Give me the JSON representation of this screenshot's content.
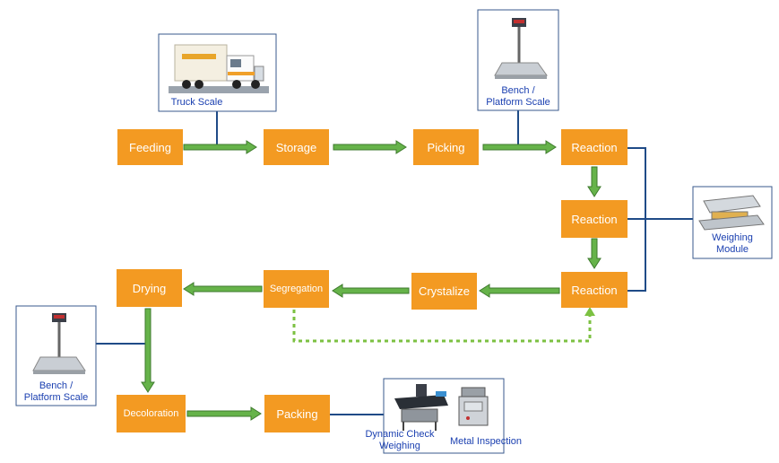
{
  "colors": {
    "process_box": "#f39a22",
    "arrow_fill": "#66b34a",
    "arrow_edge": "#3d7a2c",
    "connector": "#1f4b87",
    "dotted_return": "#7cc142",
    "caption": "#1a3fb0"
  },
  "nodes": {
    "feeding": "Feeding",
    "storage": "Storage",
    "picking": "Picking",
    "reaction_1": "Reaction",
    "reaction_2": "Reaction",
    "reaction_3": "Reaction",
    "crystalize": "Crystalize",
    "segregation": "Segregation",
    "drying": "Drying",
    "decoloration": "Decoloration",
    "packing": "Packing"
  },
  "equipment": {
    "truck_scale": "Truck Scale",
    "bench_platform_scale_top": [
      "Bench /",
      "Platform Scale"
    ],
    "weighing_module": [
      "Weighing",
      "Module"
    ],
    "bench_platform_scale_left": [
      "Bench /",
      "Platform Scale"
    ],
    "dynamic_check_weighing": [
      "Dynamic Check",
      "Weighing"
    ],
    "metal_inspection": "Metal Inspection"
  }
}
